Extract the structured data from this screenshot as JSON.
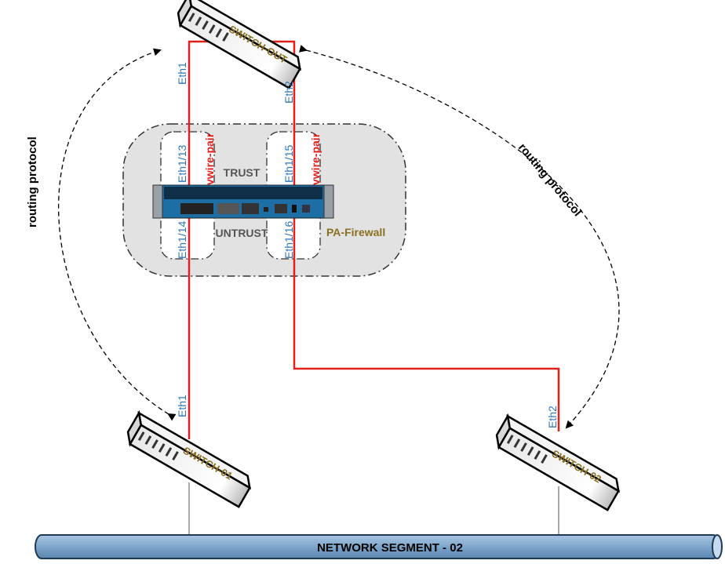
{
  "colors": {
    "link": "#e0201c",
    "interface_label": "#2e75b6",
    "device_label": "#8a7020",
    "zone_label": "#555555",
    "segment_fill": "#7ea6cc",
    "firewall": "#1c6ea4"
  },
  "devices": {
    "switch_out": "SWITCH-OUT",
    "switch_01": "SWITCH-01",
    "switch_02": "SWITCH-02",
    "firewall": "PA-Firewall"
  },
  "interfaces": {
    "switch_out_eth1": "Eth1",
    "switch_out_eth2": "Eth2",
    "fw_eth1_13": "Eth1/13",
    "fw_eth1_14": "Eth1/14",
    "fw_eth1_15": "Eth1/15",
    "fw_eth1_16": "Eth1/16",
    "switch_01_eth1": "Eth1",
    "switch_02_eth2": "Eth2"
  },
  "vwire": {
    "left": "vwire-pair",
    "right": "vwire-pair"
  },
  "zones": {
    "trust": "TRUST",
    "untrust": "UNTRUST"
  },
  "routing": {
    "left": "routing protocol",
    "right": "routing protocol"
  },
  "segment": "NETWORK SEGMENT - 02"
}
